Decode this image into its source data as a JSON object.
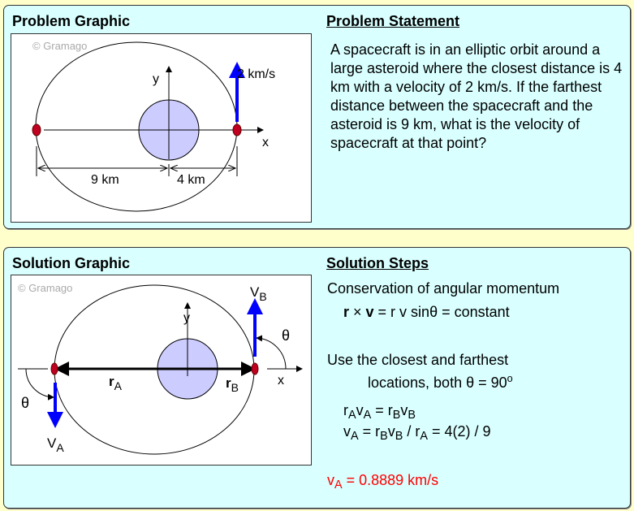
{
  "problem": {
    "graphic_title": "Problem Graphic",
    "statement_title": "Problem Statement",
    "statement": "A spacecraft is in an elliptic orbit around a large asteroid where the closest distance is 4 km with a velocity of 2 km/s. If the farthest distance between the spacecraft and the asteroid is 9 km, what is the velocity of spacecraft at that point?",
    "figure": {
      "watermark": "© Gramago",
      "velocity_label": "2 km/s",
      "y_label": "y",
      "x_label": "x",
      "far_dist": "9 km",
      "near_dist": "4 km"
    }
  },
  "solution": {
    "graphic_title": "Solution Graphic",
    "steps_title": "Solution Steps",
    "figure": {
      "watermark": "© Gramago",
      "vb": "V",
      "vb_sub": "B",
      "va": "V",
      "va_sub": "A",
      "theta": "θ",
      "y_label": "y",
      "x_label": "x",
      "ra": "r",
      "ra_sub": "A",
      "rb": "r",
      "rb_sub": "B"
    },
    "line1": "Conservation of angular momentum",
    "line2_r": "r",
    "line2_x": " × ",
    "line2_v": "v",
    "line2_rest": " = r v sinθ = constant",
    "line3": "Use the closest and farthest",
    "line4": "locations, both θ = 90",
    "line4_sup": "o",
    "eq1": {
      "a": "r",
      "as": "A",
      "b": "v",
      "bs": "A",
      "c": " = r",
      "cs": "B",
      "d": "v",
      "ds": "B"
    },
    "eq2": {
      "a": "v",
      "as": "A",
      "b": " = r",
      "bs": "B",
      "c": "v",
      "cs": "B",
      "d": " / r",
      "ds": "A",
      "e": " = 4(2) / 9"
    },
    "answer": {
      "a": "v",
      "as": "A",
      "b": " = 0.8889 km/s"
    },
    "answer_color": "#ff0000"
  }
}
